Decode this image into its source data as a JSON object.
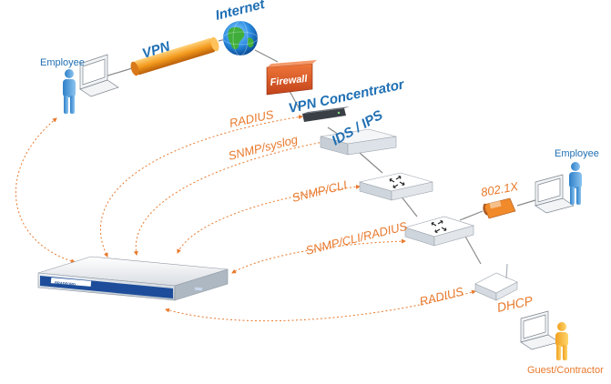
{
  "labels": {
    "internet": "Internet",
    "vpn": "VPN",
    "firewall": "Firewall",
    "vpn_concentrator": "VPN Concentrator",
    "ids_ips": "IDS / IPS",
    "employee_left": "Employee",
    "employee_right": "Employee",
    "guest": "Guest/Contractor",
    "radius_top": "RADIUS",
    "snmp_syslog": "SNMP/syslog",
    "snmp_cli": "SNMP/CLI",
    "snmp_cli_radius": "SNMP/CLI/RADIUS",
    "dot1x": "802.1X",
    "radius_bottom": "RADIUS",
    "dhcp": "DHCP",
    "brand": "BRADFORD"
  },
  "colors": {
    "accent_orange": "#e8792c",
    "label_blue": "#1f6fb3",
    "firewall_red": "#d9531e",
    "link_gray": "#8a8a8a"
  }
}
